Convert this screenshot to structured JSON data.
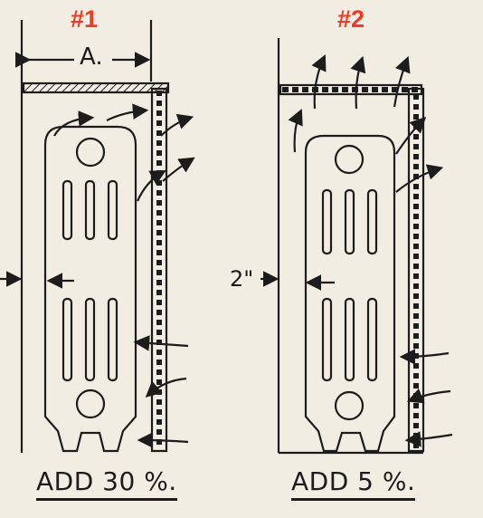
{
  "figures": [
    {
      "number": "#1",
      "caption": "ADD 30 %.",
      "dimension_label": "A."
    },
    {
      "number": "#2",
      "caption": "ADD 5 %.",
      "dimension_label": "2\""
    }
  ],
  "colors": {
    "number": "#ef3b22",
    "ink": "#1c1c1c",
    "paper": "#f1ede3"
  }
}
